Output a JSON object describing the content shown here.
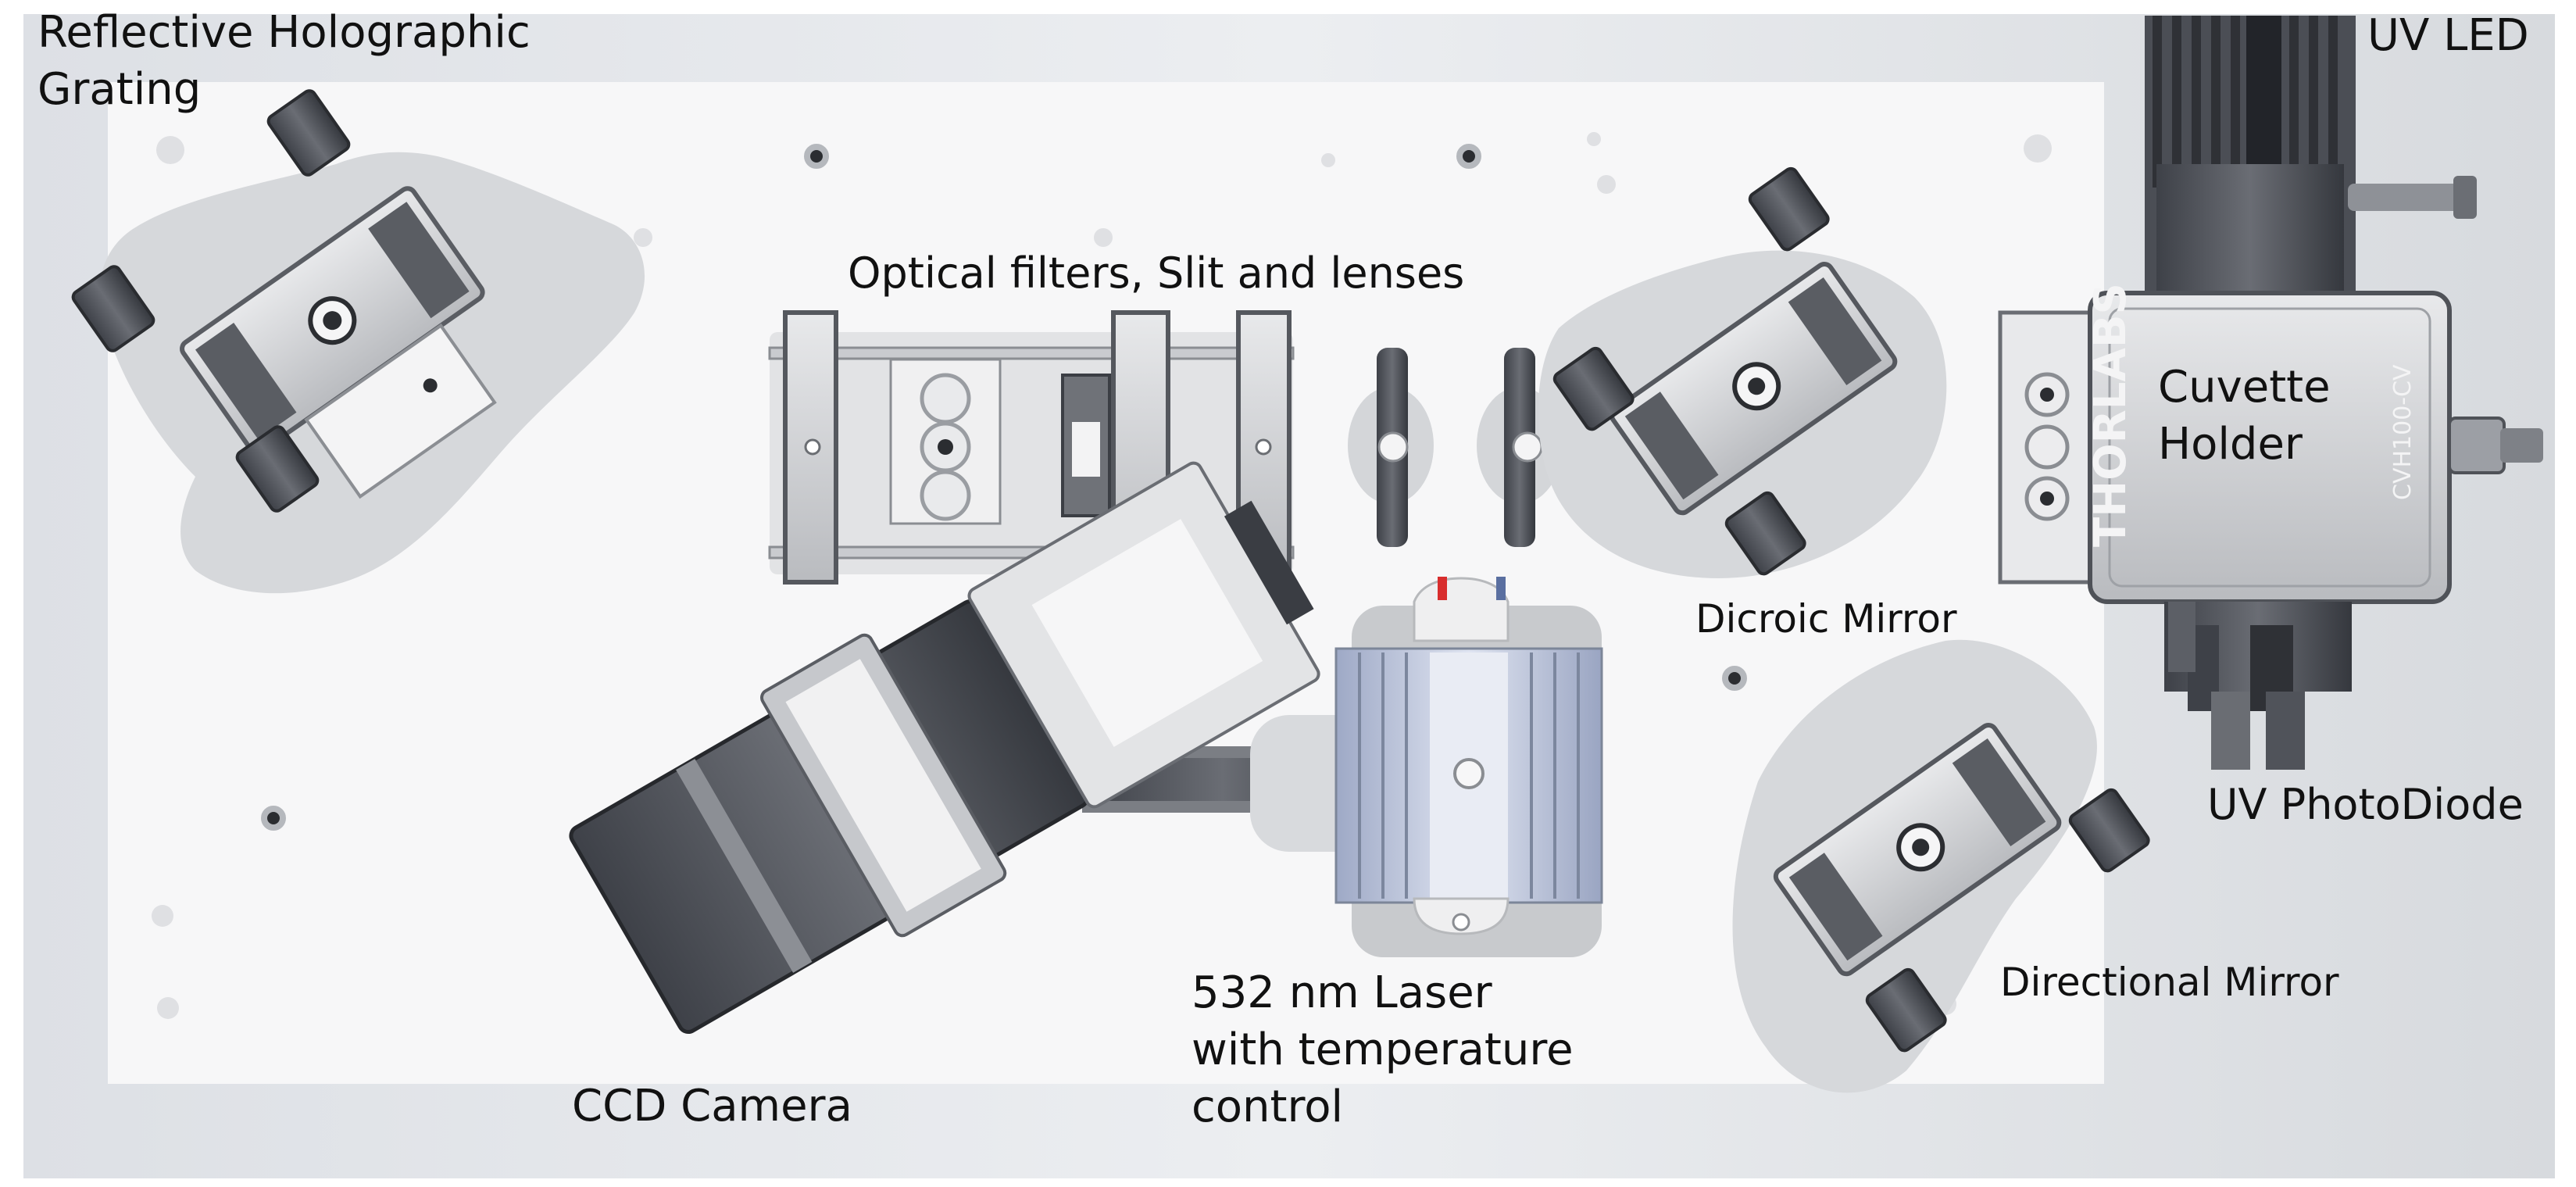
{
  "labels": {
    "grating_line1": "Reflective Holographic",
    "grating_line2": "Grating",
    "uv_led": "UV LED",
    "optics": "Optical filters, Slit and lenses",
    "cuvette_line1": "Cuvette",
    "cuvette_line2": "Holder",
    "dichroic": "Dicroic Mirror",
    "photodiode": "UV PhotoDiode",
    "directional": "Directional Mirror",
    "laser_line1": "532 nm Laser",
    "laser_line2": "with temperature",
    "laser_line3": "control",
    "ccd": "CCD Camera"
  },
  "product_marks": {
    "brand": "THORLABS",
    "model": "CVH100-CV"
  },
  "colors": {
    "breadboard": "#f7f7f8",
    "background": "#e4e6ea",
    "metal_dark": "#4a4d54",
    "metal_light": "#d9dadc",
    "laser_heatsink": "#b9c3dc"
  }
}
